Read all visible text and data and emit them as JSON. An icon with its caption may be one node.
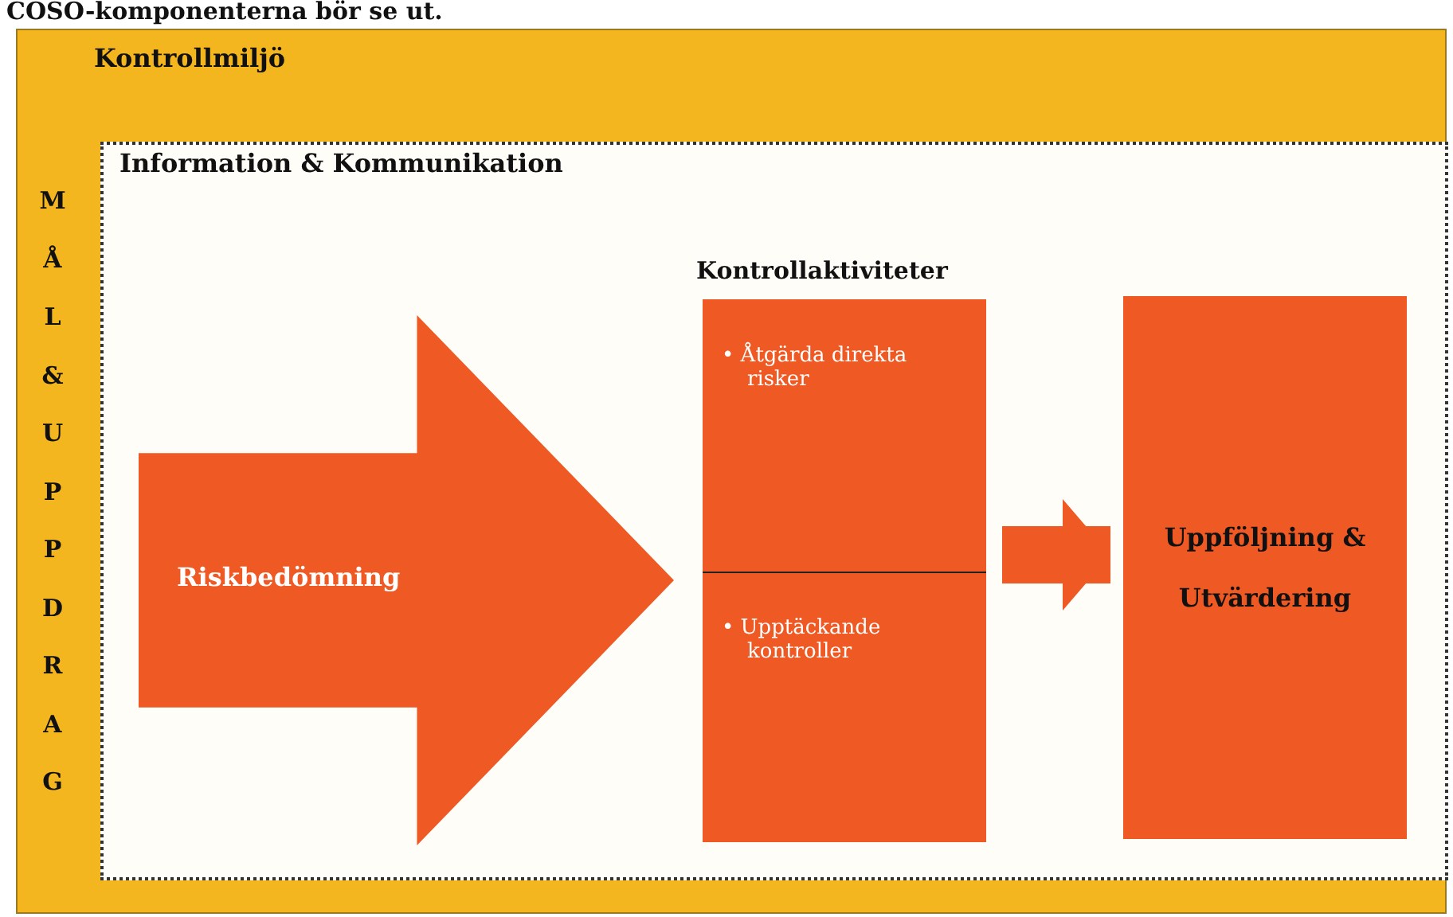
{
  "diagram": {
    "title": "COSO-komponenterna bör se ut.",
    "nodes": [
      {
        "text": [
          "Kontrollmiljö"
        ]
      },
      {
        "text": [
          "Information & Kommunikation"
        ],
        "in": 0
      },
      {
        "text": [
          "Riskbedömning"
        ],
        "in": 1
      },
      {
        "text": [
          "Kontrollaktiviteter",
          "• Åtgärda direkta risker",
          "• Upptäckande kontroller"
        ],
        "in": 1
      },
      {
        "text": [
          "Uppföljning & Utvärdering"
        ],
        "in": 1
      }
    ],
    "edges": [
      {
        "from": 3,
        "to": 4,
        "arrow": "to"
      }
    ],
    "labels": [
      "MÅL & UPPDRAG"
    ]
  }
}
